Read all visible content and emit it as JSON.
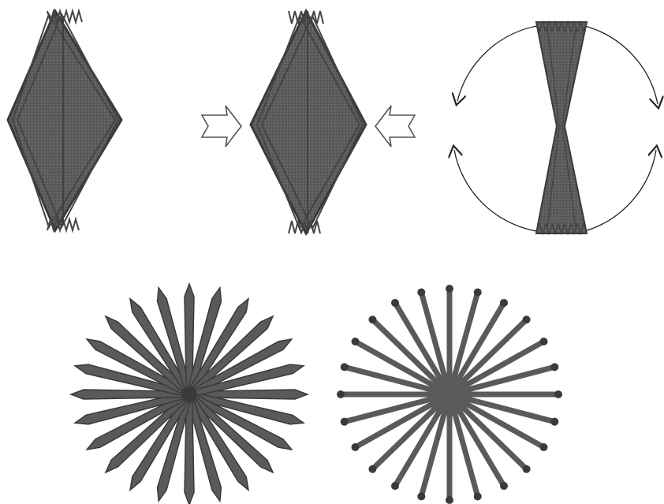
{
  "figure": {
    "top_row": [
      {
        "id": "rhombus-stack-left",
        "depicts": "stacked-rhombus"
      },
      {
        "id": "arrow-right",
        "depicts": "outline-arrow",
        "direction": "right"
      },
      {
        "id": "rhombus-stack-center",
        "depicts": "stacked-rhombus"
      },
      {
        "id": "arrow-left",
        "depicts": "outline-arrow",
        "direction": "left"
      },
      {
        "id": "hourglass-fan",
        "depicts": "hourglass-with-circulating-arrows"
      }
    ],
    "bottom_row": [
      {
        "id": "radial-spikes",
        "depicts": "pointed-spokes",
        "spoke_count": 24
      },
      {
        "id": "radial-pins",
        "depicts": "dot-tipped-spokes",
        "spoke_count": 24
      }
    ]
  },
  "colors": {
    "fill": "#5a5a5a",
    "edge": "#3a3a3a",
    "line": "#222222",
    "outline": "#555555"
  }
}
